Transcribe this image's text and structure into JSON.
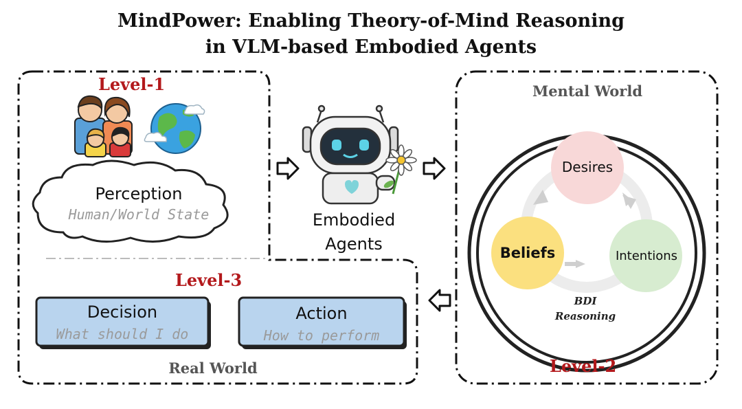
{
  "title": {
    "line1": "MindPower: Enabling Theory-of-Mind Reasoning",
    "line2": "in VLM-based Embodied Agents"
  },
  "level1": {
    "label": "Level-1",
    "perception": "Perception",
    "perception_sub": "Human/World State"
  },
  "center": {
    "agents_line1": "Embodied",
    "agents_line2": "Agents"
  },
  "level2": {
    "label": "Level-2",
    "world": "Mental World",
    "nodes": [
      "Desires",
      "Beliefs",
      "Intentions"
    ],
    "bdi_line1": "BDI",
    "bdi_line2": "Reasoning"
  },
  "level3": {
    "label": "Level-3",
    "decision": "Decision",
    "decision_sub": "What should I do",
    "action": "Action",
    "action_sub": "How to perform",
    "world": "Real World"
  },
  "colors": {
    "level_red": "#b3191c",
    "desires": "#f8d8d8",
    "beliefs": "#fbe07f",
    "intentions": "#d7ecd0",
    "box_blue": "#b9d4ee"
  },
  "icons": [
    "family-icon",
    "earth-globe-icon",
    "robot-icon",
    "flower-icon",
    "arrow-right-icon",
    "arrow-left-icon",
    "cycle-arrow-icon"
  ]
}
